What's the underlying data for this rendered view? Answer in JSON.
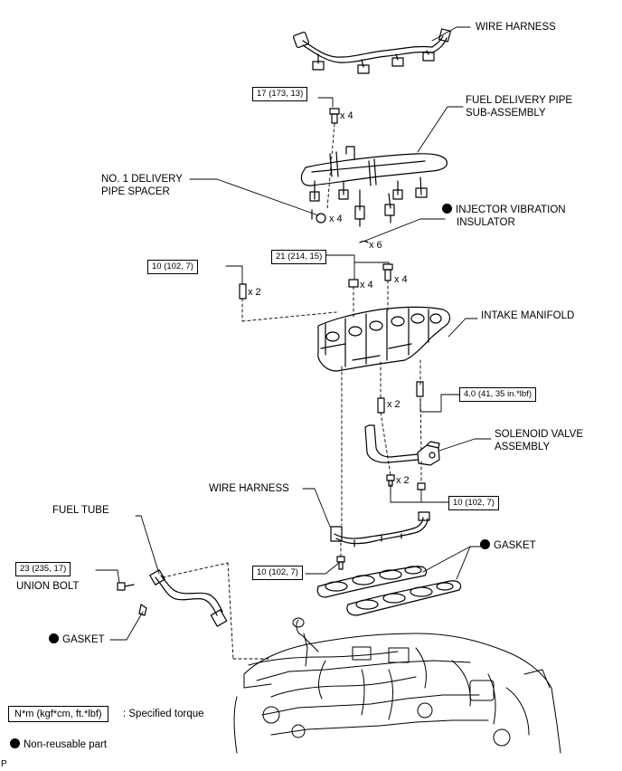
{
  "labels": {
    "wire_harness_top": "WIRE HARNESS",
    "fuel_delivery_pipe_line1": "FUEL DELIVERY PIPE",
    "fuel_delivery_pipe_line2": "SUB-ASSEMBLY",
    "delivery_pipe_spacer_line1": "NO. 1 DELIVERY",
    "delivery_pipe_spacer_line2": "PIPE SPACER",
    "injector_insulator_line1": "INJECTOR VIBRATION",
    "injector_insulator_line2": "INSULATOR",
    "intake_manifold": "INTAKE MANIFOLD",
    "solenoid_valve_line1": "SOLENOID VALVE",
    "solenoid_valve_line2": "ASSEMBLY",
    "wire_harness_mid": "WIRE HARNESS",
    "fuel_tube": "FUEL TUBE",
    "gasket_right": "GASKET",
    "union_bolt": "UNION BOLT",
    "gasket_left": "GASKET"
  },
  "torques": {
    "t1": "17 (173, 13)",
    "t2": "10 (102, 7)",
    "t3": "21 (214, 15)",
    "t4": "4.0 (41, 35 in.*lbf)",
    "t5": "10 (102, 7)",
    "t6": "10 (102, 7)",
    "t7": "23 (235, 17)"
  },
  "quantities": {
    "q1": "x 4",
    "q2": "x 4",
    "q3": "x 6",
    "q4": "x 2",
    "q5": "x 4",
    "q6": "x 4",
    "q7": "x 2",
    "q8": "x 2"
  },
  "legend": {
    "torque_box": "N*m (kgf*cm, ft.*lbf)",
    "torque_desc": ": Specified torque",
    "nonreusable_desc": "Non-reusable part"
  },
  "corner_mark": "P"
}
